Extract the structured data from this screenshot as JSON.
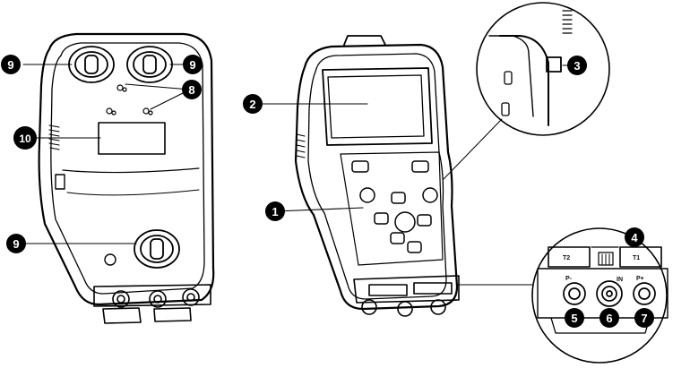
{
  "callouts": {
    "c1": "1",
    "c2": "2",
    "c3": "3",
    "c4": "4",
    "c5": "5",
    "c6": "6",
    "c7": "7",
    "c8": "8",
    "c9a": "9",
    "c9b": "9",
    "c9c": "9",
    "c10": "10"
  },
  "port_labels": {
    "t1": "T1",
    "t2": "T2",
    "p_minus": "P-",
    "p_plus": "P+",
    "in": "IN"
  },
  "colors": {
    "line": "#000000",
    "callout_fill": "#000000",
    "callout_text": "#ffffff"
  }
}
